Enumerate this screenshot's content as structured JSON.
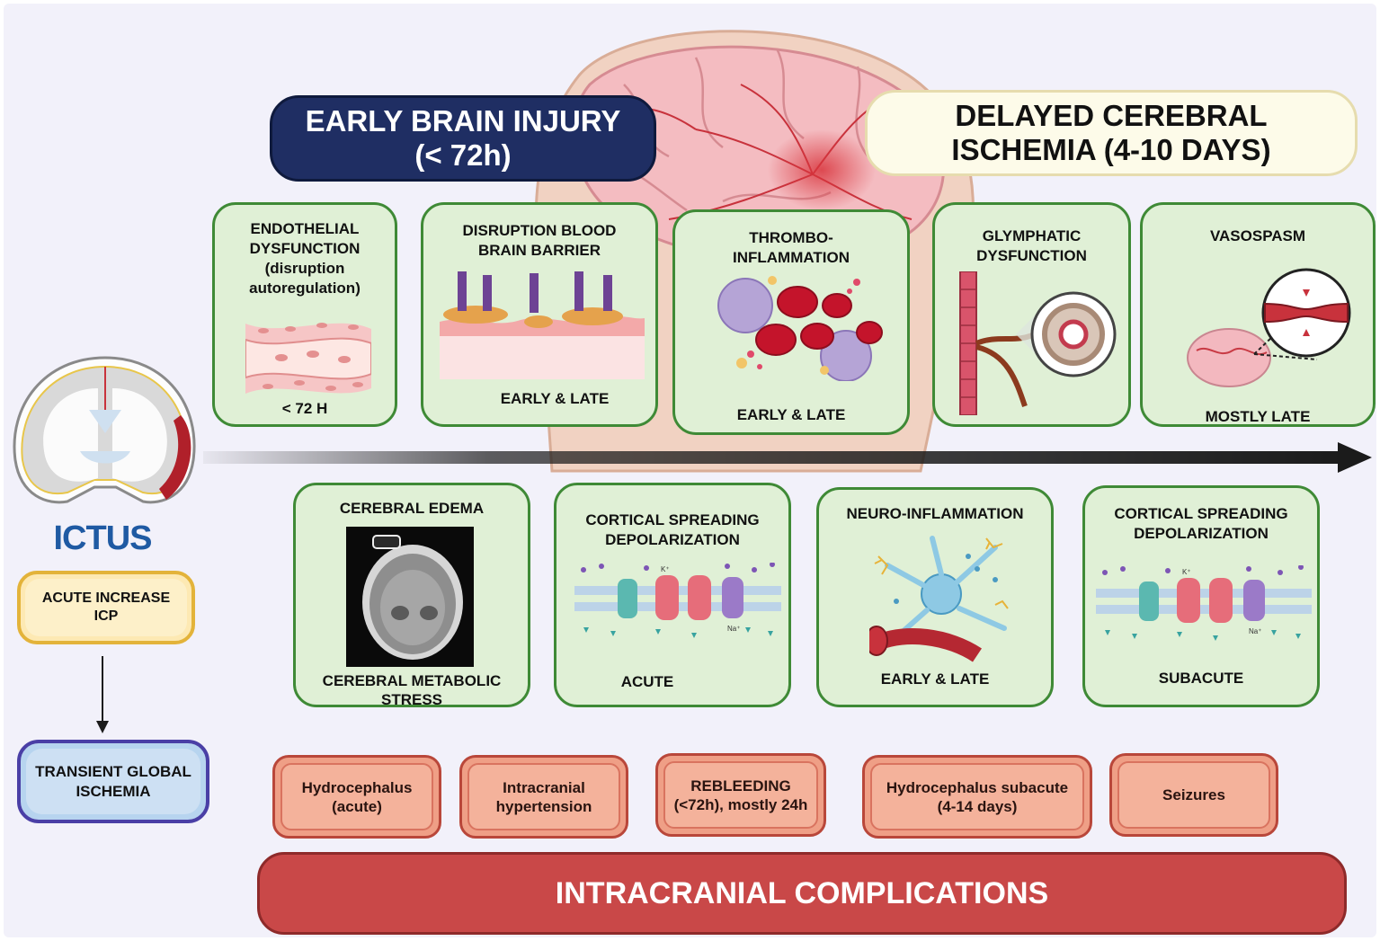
{
  "phases": {
    "early": {
      "line1": "EARLY BRAIN INJURY",
      "line2": "(< 72h)"
    },
    "delayed": {
      "line1": "DELAYED CEREBRAL",
      "line2": "ISCHEMIA (4-10 DAYS)"
    }
  },
  "top_cards": [
    {
      "title": [
        "ENDOTHELIAL",
        "DYSFUNCTION",
        "(disruption",
        "autoregulation)"
      ],
      "foot": "< 72 H"
    },
    {
      "title": [
        "DISRUPTION BLOOD",
        "BRAIN BARRIER"
      ],
      "foot": "EARLY & LATE"
    },
    {
      "title": [
        "THROMBO-",
        "INFLAMMATION"
      ],
      "foot": "EARLY & LATE"
    },
    {
      "title": [
        "GLYMPHATIC",
        "DYSFUNCTION"
      ],
      "foot": ""
    },
    {
      "title": [
        "VASOSPASM"
      ],
      "foot": "MOSTLY LATE"
    }
  ],
  "bottom_cards": [
    {
      "title": [
        "CEREBRAL EDEMA"
      ],
      "foot": [
        "CEREBRAL METABOLIC",
        "STRESS"
      ]
    },
    {
      "title": [
        "CORTICAL SPREADING",
        "DEPOLARIZATION"
      ],
      "foot": [
        "ACUTE"
      ]
    },
    {
      "title": [
        "NEURO-INFLAMMATION"
      ],
      "foot": [
        "EARLY & LATE"
      ]
    },
    {
      "title": [
        "CORTICAL SPREADING",
        "DEPOLARIZATION"
      ],
      "foot": [
        "SUBACUTE"
      ]
    }
  ],
  "ion_labels": {
    "k": "K⁺",
    "na": "Na⁺"
  },
  "ictus": {
    "label": "ICTUS",
    "icp": [
      "ACUTE INCREASE",
      "ICP"
    ],
    "tgi": [
      "TRANSIENT GLOBAL",
      "ISCHEMIA"
    ]
  },
  "complications": [
    [
      "Hydrocephalus",
      "(acute)"
    ],
    [
      "Intracranial",
      "hypertension"
    ],
    [
      "REBLEEDING",
      "(<72h), mostly 24h"
    ],
    [
      "Hydrocephalus subacute",
      "(4-14 days)"
    ],
    [
      "Seizures"
    ]
  ],
  "complications_bar": "INTRACRANIAL COMPLICATIONS",
  "colors": {
    "card_fill": "#e0f0d6",
    "card_border": "#3f8a36",
    "early_phase": "#1f2e63",
    "complication_bar": "#c94848",
    "ictus_blue": "#1f5aa3"
  }
}
